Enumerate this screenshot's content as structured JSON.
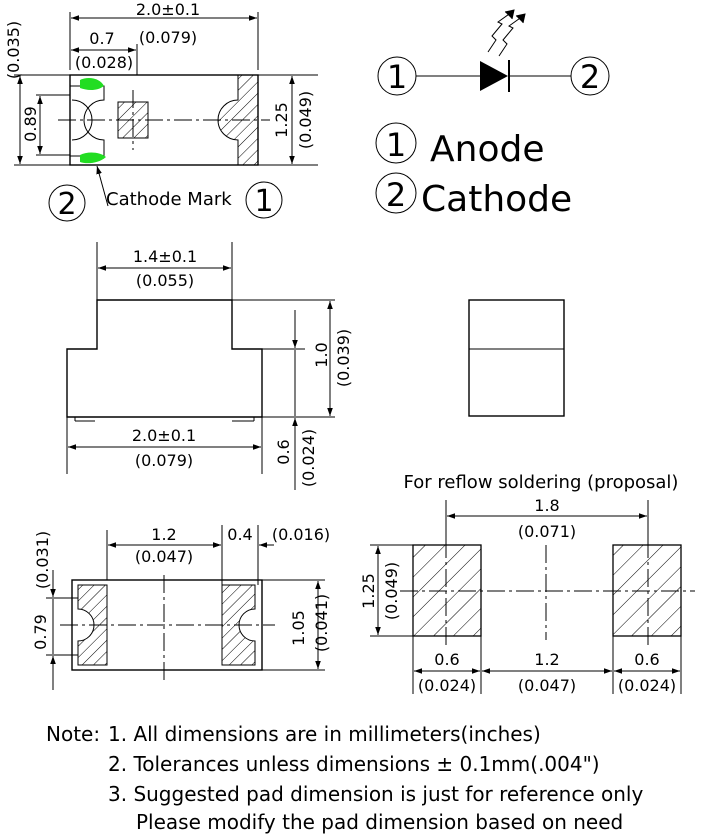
{
  "top_view": {
    "length": "2.0±0.1",
    "length_in": "(0.079)",
    "mark_offset": "0.7",
    "mark_offset_in": "(0.028)",
    "height_total": "(0.035)",
    "pad_height": "0.89",
    "width": "1.25",
    "width_in": "(0.049)",
    "cathode_mark_label": "Cathode Mark",
    "pin1": "1",
    "pin2": "2",
    "mark_color": "#22dd22"
  },
  "symbol": {
    "pin1": "1",
    "pin2": "2",
    "anode_label": "Anode",
    "cathode_label": "Cathode"
  },
  "side_view": {
    "lens_width": "1.4±0.1",
    "lens_width_in": "(0.055)",
    "height": "1.0",
    "height_in": "(0.039)",
    "body_height": "0.6",
    "body_height_in": "(0.024)",
    "length": "2.0±0.1",
    "length_in": "(0.079)"
  },
  "bottom_view": {
    "inner": "1.2",
    "inner_in": "(0.047)",
    "pad": "0.4",
    "pad_in": "(0.016)",
    "pad_height": "0.79",
    "pad_height_in": "(0.031)",
    "width": "1.05",
    "width_in": "(0.041)"
  },
  "pad_layout": {
    "title": "For reflow soldering (proposal)",
    "span": "1.8",
    "span_in": "(0.071)",
    "height": "1.25",
    "height_in": "(0.049)",
    "pad_w": "0.6",
    "pad_w_in": "(0.024)",
    "gap": "1.2",
    "gap_in": "(0.047)"
  },
  "notes": {
    "prefix": "Note:",
    "line1": "1. All dimensions are in millimeters(inches)",
    "line2": "2. Tolerances unless dimensions ± 0.1mm(.004\")",
    "line3": "3. Suggested pad dimension is just for reference only",
    "line4": "Please modify the pad dimension based on need"
  }
}
